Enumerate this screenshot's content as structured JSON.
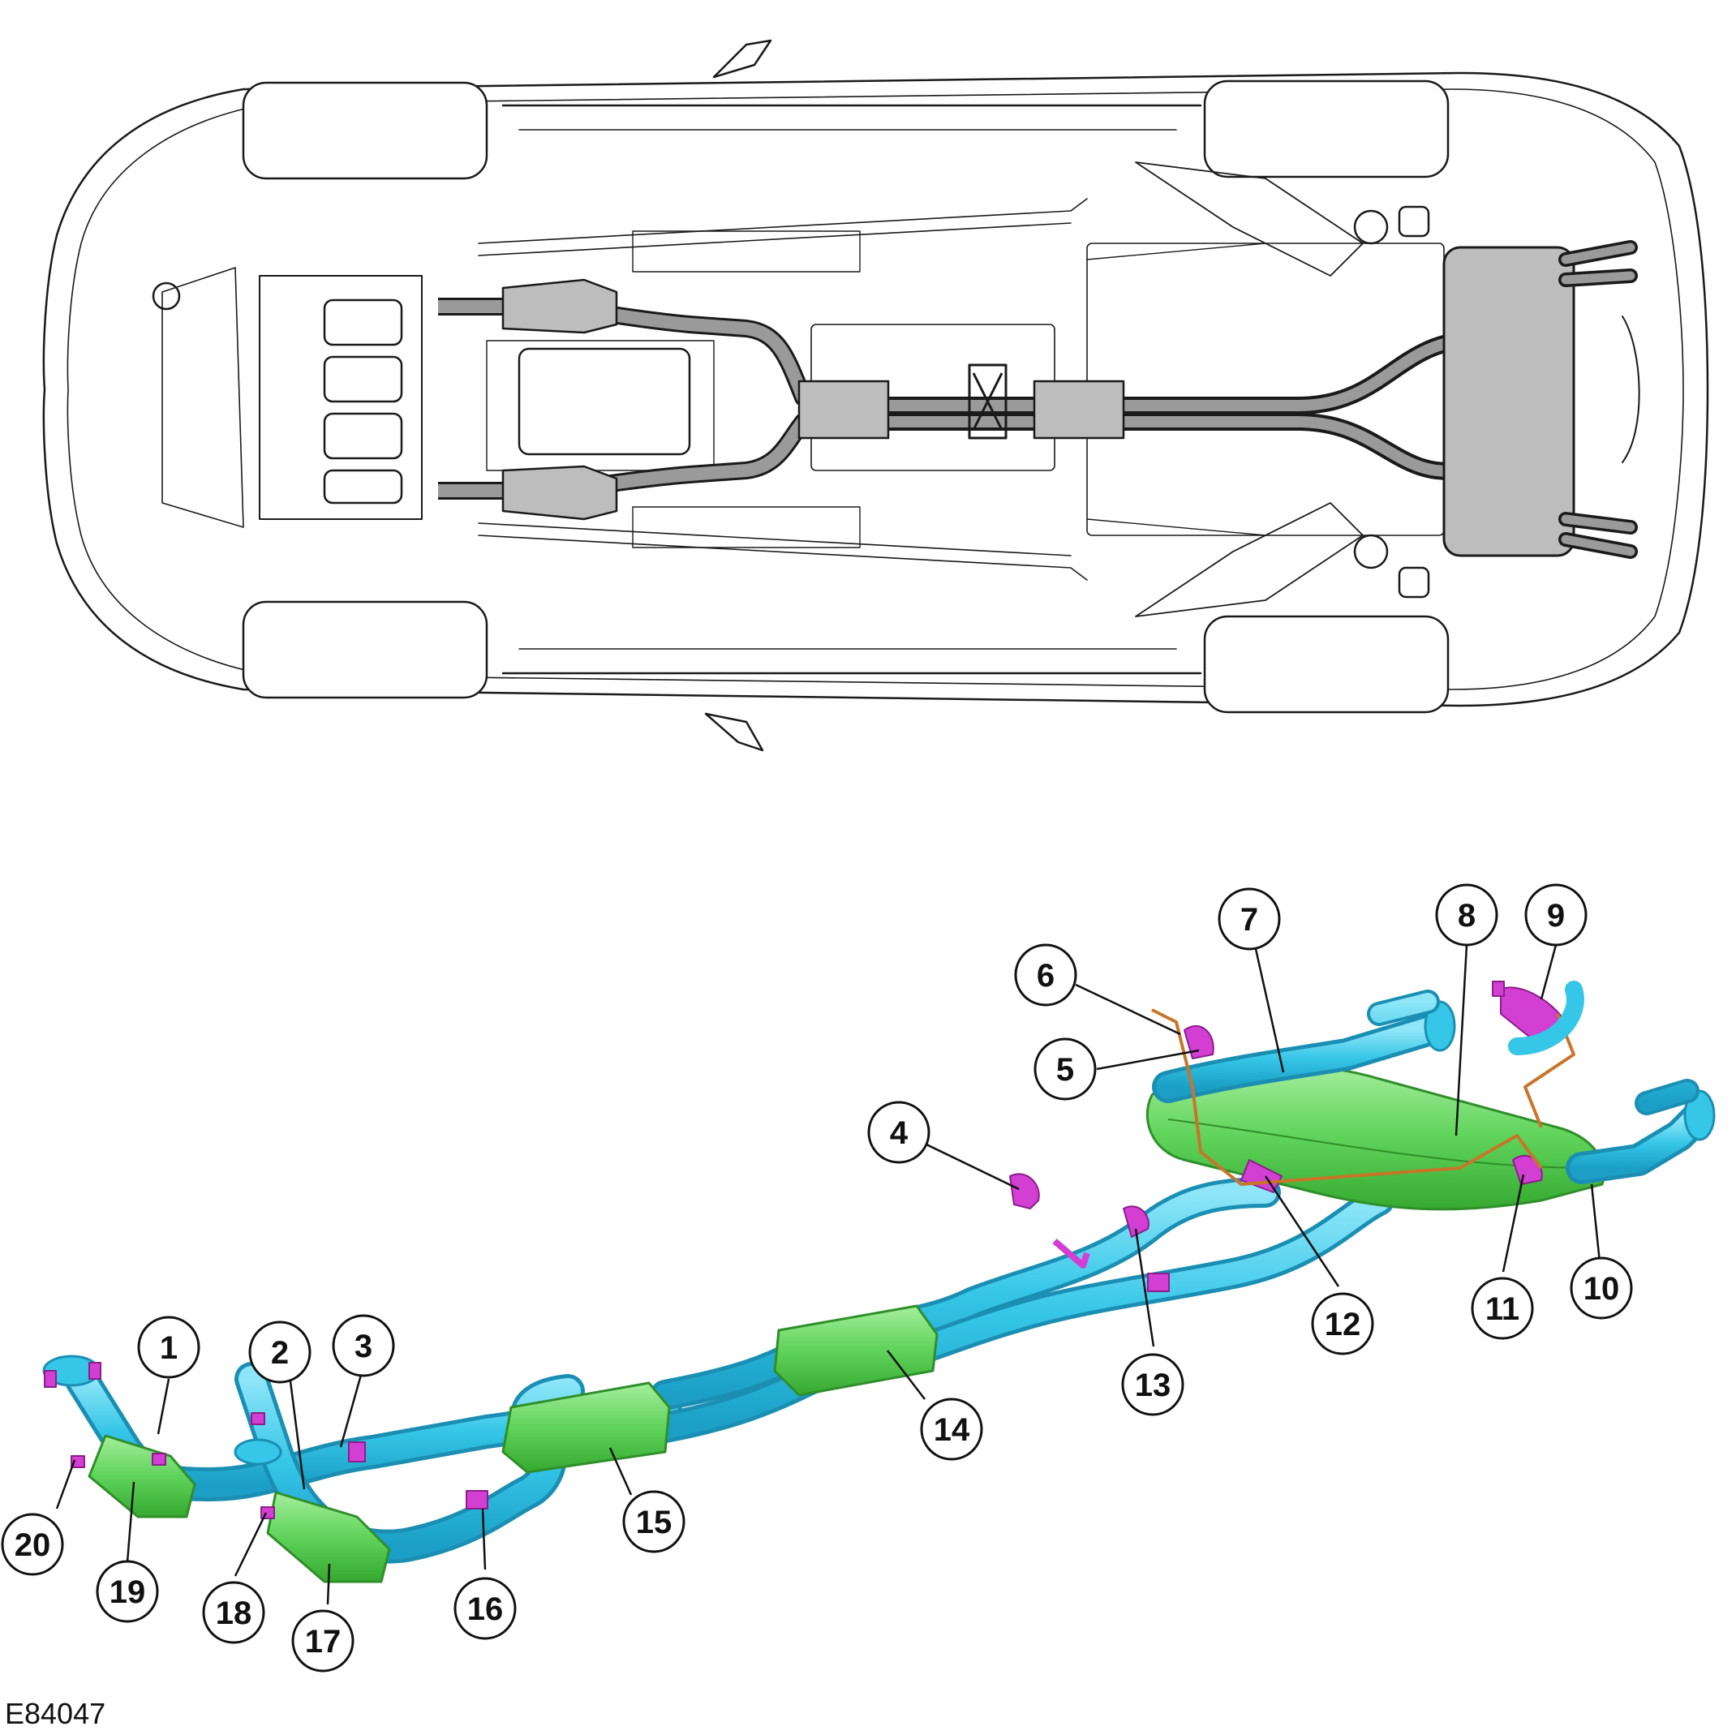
{
  "figure_id": "E84047",
  "colors": {
    "pipe": "#35c6e8",
    "pipe_edge": "#1b8fb3",
    "component": "#5fd35a",
    "component_edge": "#2f8f2a",
    "bracket": "#d33ed3",
    "line_art": "#1a1a1a",
    "exhaust_gray": "#9a9a9a",
    "wire": "#c8752a"
  },
  "icons": [
    "vehicle-underside-outline",
    "exhaust-system-exploded-view"
  ],
  "callouts": [
    {
      "id": "c1",
      "label": "1"
    },
    {
      "id": "c2",
      "label": "2"
    },
    {
      "id": "c3",
      "label": "3"
    },
    {
      "id": "c4",
      "label": "4"
    },
    {
      "id": "c5",
      "label": "5"
    },
    {
      "id": "c6",
      "label": "6"
    },
    {
      "id": "c7",
      "label": "7"
    },
    {
      "id": "c8",
      "label": "8"
    },
    {
      "id": "c9",
      "label": "9"
    },
    {
      "id": "c10",
      "label": "10"
    },
    {
      "id": "c11",
      "label": "11"
    },
    {
      "id": "c12",
      "label": "12"
    },
    {
      "id": "c13",
      "label": "13"
    },
    {
      "id": "c14",
      "label": "14"
    },
    {
      "id": "c15",
      "label": "15"
    },
    {
      "id": "c16",
      "label": "16"
    },
    {
      "id": "c17",
      "label": "17"
    },
    {
      "id": "c18",
      "label": "18"
    },
    {
      "id": "c19",
      "label": "19"
    },
    {
      "id": "c20",
      "label": "20"
    }
  ]
}
